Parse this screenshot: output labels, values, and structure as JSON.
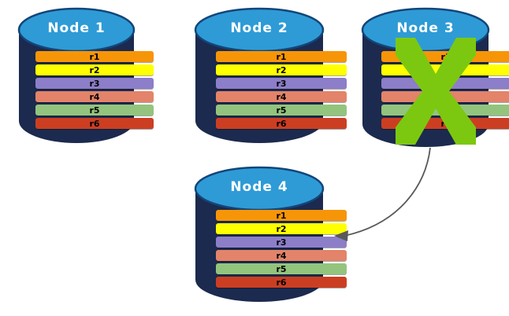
{
  "diagram": {
    "title_prefix": "Node",
    "palette": {
      "cylinder_body": "#1B2A4E",
      "cylinder_top": "#2E9BD6",
      "cylinder_top_edge": "#13457A",
      "x_mark_green": "#7CC810",
      "arrow_gray": "#595959",
      "background": "#FFFFFF",
      "row_label_color": "#000000",
      "node_title_color": "#FFFFFF"
    },
    "rows": [
      {
        "label": "r1",
        "color": "#F79508"
      },
      {
        "label": "r2",
        "color": "#FFFF00"
      },
      {
        "label": "r3",
        "color": "#8C7EC8"
      },
      {
        "label": "r4",
        "color": "#E3836A"
      },
      {
        "label": "r5",
        "color": "#93C47D"
      },
      {
        "label": "r6",
        "color": "#CC3E22"
      }
    ],
    "nodes": [
      {
        "id": "node-1",
        "title": "Node  1",
        "failed": false
      },
      {
        "id": "node-2",
        "title": "Node  2",
        "failed": false
      },
      {
        "id": "node-3",
        "title": "Node  3",
        "failed": true
      },
      {
        "id": "node-4",
        "title": "Node  4",
        "failed": false
      }
    ],
    "annotations": {
      "x_mark_on": "Node  3",
      "arrow_from": "Node  3",
      "arrow_to": "Node  4"
    }
  }
}
